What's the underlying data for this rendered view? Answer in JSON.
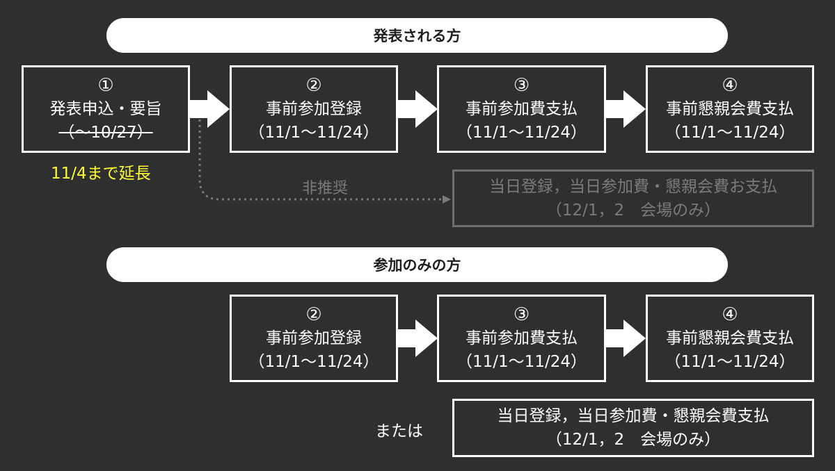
{
  "colors": {
    "background": "#2f2f2f",
    "box_border": "#ffffff",
    "dim": "#7b7b7b",
    "highlight": "#ffff33"
  },
  "section_presenters": {
    "title": "発表される方",
    "step1": {
      "num": "①",
      "label": "発表申込・要旨",
      "period": "（～10/27）",
      "note": "11/4まで延長"
    },
    "step2": {
      "num": "②",
      "label": "事前参加登録",
      "period": "（11/1～11/24）"
    },
    "step3": {
      "num": "③",
      "label": "事前参加費支払",
      "period": "（11/1～11/24）"
    },
    "step4": {
      "num": "④",
      "label": "事前懇親会費支払",
      "period": "（11/1～11/24）"
    },
    "not_recommended_label": "非推奨",
    "onsite": {
      "label": "当日登録，当日参加費・懇親会費お支払",
      "period": "（12/1，2　会場のみ）"
    }
  },
  "section_participants": {
    "title": "参加のみの方",
    "step2": {
      "num": "②",
      "label": "事前参加登録",
      "period": "（11/1～11/24）"
    },
    "step3": {
      "num": "③",
      "label": "事前参加費支払",
      "period": "（11/1～11/24）"
    },
    "step4": {
      "num": "④",
      "label": "事前懇親会費支払",
      "period": "（11/1～11/24）"
    },
    "or_label": "または",
    "onsite": {
      "label": "当日登録，当日参加費・懇親会費支払",
      "period": "（12/1，2　会場のみ）"
    }
  }
}
